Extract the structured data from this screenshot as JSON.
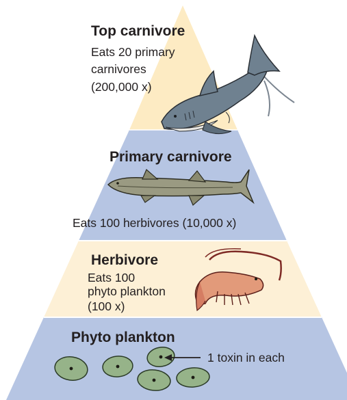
{
  "tiers": [
    {
      "title": "Top carnivore",
      "lines": [
        "Eats 20 primary",
        "carnivores",
        "(200,000 x)"
      ],
      "fill": "#fdebc3",
      "animal": "shark-icon"
    },
    {
      "title": "Primary carnivore",
      "lines": [
        "Eats 100 herbivores (10,000 x)"
      ],
      "fill": "#b6c5e3",
      "animal": "fish-icon"
    },
    {
      "title": "Herbivore",
      "lines": [
        "Eats 100",
        "phyto plankton",
        "(100 x)"
      ],
      "fill": "#fdf0d6",
      "animal": "shrimp-icon"
    },
    {
      "title": "Phyto plankton",
      "lines": [],
      "fill": "#b6c5e3",
      "animal": "plankton-cell-icon"
    }
  ],
  "callout": "1 toxin in each"
}
